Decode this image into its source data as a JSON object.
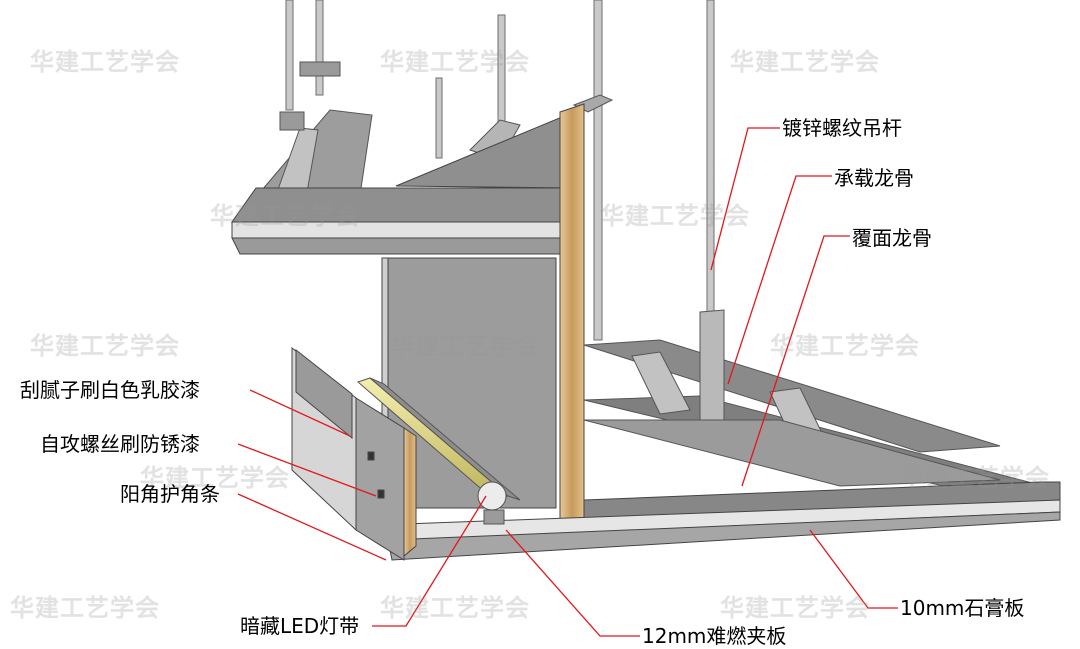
{
  "colors": {
    "leader": "#e5161b",
    "text": "#000000",
    "board": "#8a8a8a",
    "metal": "#b3b3b3",
    "plywood": "#d9b27a",
    "led": "#e8e07a"
  },
  "labels": {
    "rod": "镀锌螺纹吊杆",
    "main_runner": "承载龙骨",
    "cross_runner": "覆面龙骨",
    "putty": "刮腻子刷白色乳胶漆",
    "screw": "自攻螺丝刷防锈漆",
    "corner_bead": "阳角护角条",
    "led": "暗藏LED灯带",
    "plywood": "12mm难燃夹板",
    "gypsum": "10mm石膏板"
  },
  "watermark": "华建工艺学会"
}
